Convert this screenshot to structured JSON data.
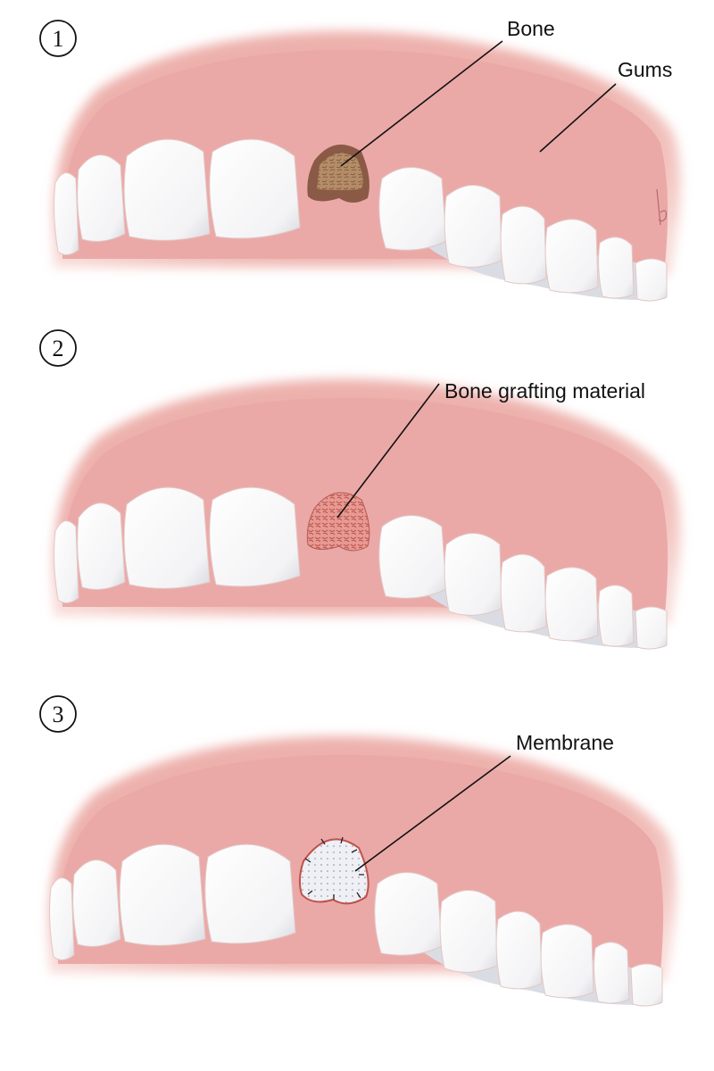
{
  "panels": [
    {
      "step": "1",
      "labels": {
        "bone": "Bone",
        "gums": "Gums"
      }
    },
    {
      "step": "2",
      "labels": {
        "graft": "Bone grafting material"
      }
    },
    {
      "step": "3",
      "labels": {
        "membrane": "Membrane"
      }
    }
  ],
  "signature": "kp",
  "colors": {
    "gum": "#e8a6a3",
    "tooth": "#ffffff",
    "bone": "#a8805c",
    "graft": "#d9807a",
    "membrane": "#eef0f6"
  }
}
